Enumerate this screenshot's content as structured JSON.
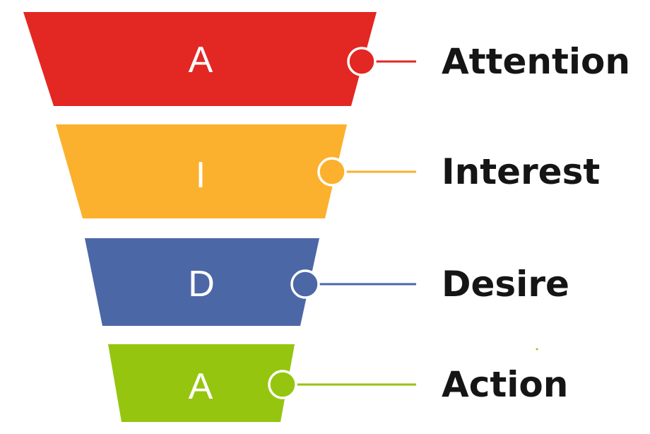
{
  "funnel": {
    "stages": [
      {
        "letter": "A",
        "label": "Attention",
        "color": "#e32722"
      },
      {
        "letter": "I",
        "label": "Interest",
        "color": "#fbb12d"
      },
      {
        "letter": "D",
        "label": "Desire",
        "color": "#4c67a6"
      },
      {
        "letter": "A",
        "label": "Action",
        "color": "#95c50f"
      }
    ]
  }
}
